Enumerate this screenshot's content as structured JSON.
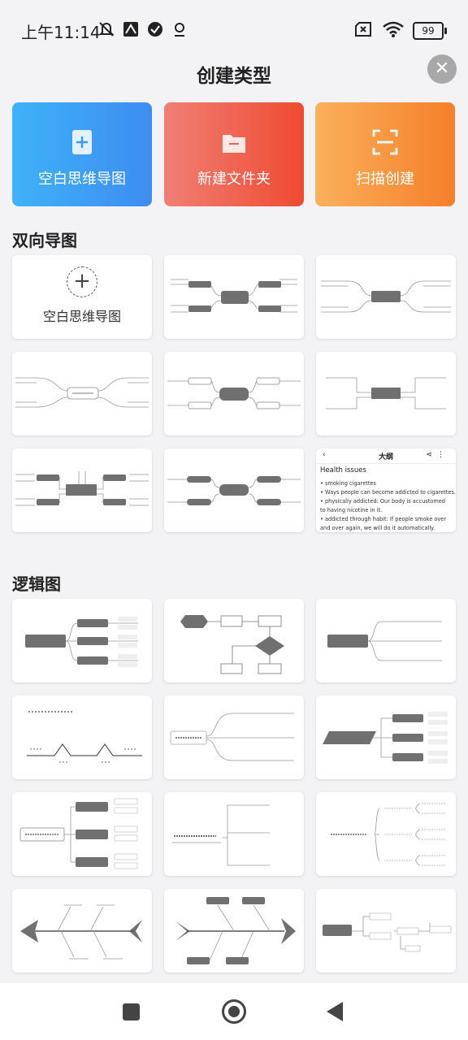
{
  "status_bar": {
    "time": "上午11:14",
    "battery": "99"
  },
  "header": {
    "title": "创建类型"
  },
  "actions": [
    {
      "label": "空白思维导图",
      "icon": "new-doc-plus-icon"
    },
    {
      "label": "新建文件夹",
      "icon": "folder-icon"
    },
    {
      "label": "扫描创建",
      "icon": "scan-icon"
    }
  ],
  "sections": {
    "bidirectional": {
      "title": "双向导图",
      "blank_label": "空白思维导图"
    },
    "logic": {
      "title": "逻辑图"
    }
  },
  "outline_preview": {
    "header_title": "大纲",
    "doc_title": "Health issues",
    "lines": [
      "• smoking cigarettes",
      "    • Ways people can become addicted to cigarettes.",
      "        • physically addicted: Our body is accustomed",
      "          to having nicotine in it.",
      "        • addicted through habit:  If people smoke over",
      "          and over again, we will do it automatically."
    ]
  },
  "colors": {
    "node_gray": "#707070",
    "line_gray": "#9a9a9a"
  }
}
